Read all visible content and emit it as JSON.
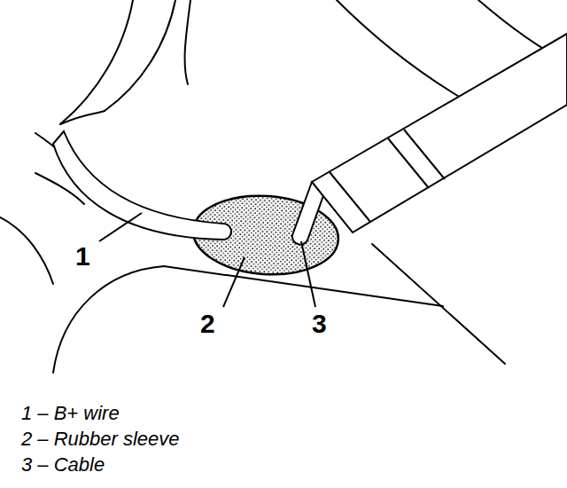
{
  "diagram": {
    "labels": [
      "1",
      "2",
      "3",
      "1 – B+ wire",
      "2 – Rubber sleeve",
      "3 – Cable"
    ]
  }
}
